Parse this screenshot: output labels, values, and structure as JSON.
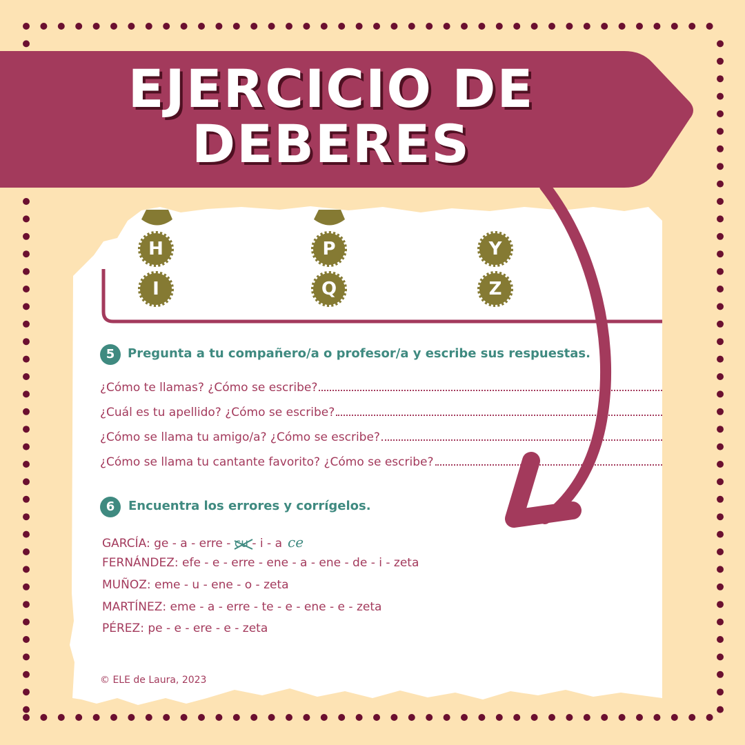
{
  "banner": {
    "title_line1": "EJERCICIO DE",
    "title_line2": "DEBERES"
  },
  "letters": [
    "H",
    "I",
    "P",
    "Q",
    "Y",
    "Z"
  ],
  "colors": {
    "background": "#fde3b4",
    "dots": "#6b1030",
    "banner": "#a33a5c",
    "teal": "#3f8a80",
    "olive": "#857a33"
  },
  "exercise5": {
    "number": "5",
    "instruction": "Pregunta a tu compañero/a o profesor/a y escribe sus respuestas.",
    "questions": [
      "¿Cómo te llamas? ¿Cómo se escribe?",
      "¿Cuál es tu apellido? ¿Cómo se escribe?",
      "¿Cómo se llama tu amigo/a? ¿Cómo se escribe?",
      "¿Cómo se llama tu cantante favorito? ¿Cómo se escribe?"
    ]
  },
  "exercise6": {
    "number": "6",
    "instruction": "Encuentra los errores y corrígelos.",
    "garcia": {
      "before": "GARCÍA: ge - a - erre - ",
      "crossed": "cu",
      "after": " - i - a",
      "correction": "ce"
    },
    "lines": [
      "FERNÁNDEZ: efe - e - erre - ene - a - ene - de - i - zeta",
      "MUÑOZ: eme - u - ene - o - zeta",
      "MARTÍNEZ: eme - a - erre - te - e - ene - e - zeta",
      "PÉREZ: pe - e - ere - e - zeta"
    ]
  },
  "footer": "© ELE de Laura, 2023"
}
